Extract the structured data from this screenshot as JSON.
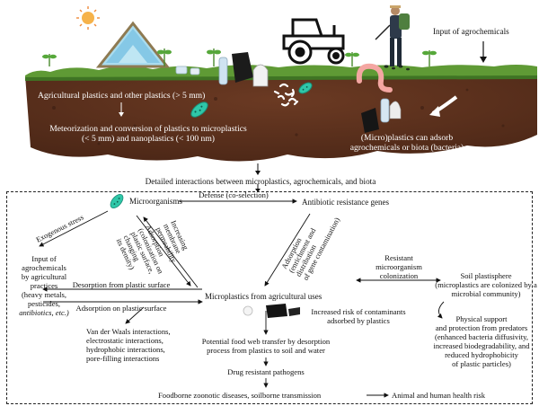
{
  "soil_panel": {
    "agrochemicals_input": "Input of agrochemicals",
    "agricultural_plastics": "Agricultural plastics and other plastics (> 5 mm)",
    "meteorization_line1": "Meteorization and conversion of  plastics to microplastics",
    "meteorization_line2": "(< 5 mm) and nanoplastics (< 100 nm)",
    "adsorb_line1": "(Micro)plastics can adsorb",
    "adsorb_line2": "agrochemicals or biota (bacteria)"
  },
  "detailed_title": "Detailed interactions between microplastics, agrochemicals, and biota",
  "diagram": {
    "microorganisms": "Microorganisms",
    "defense": "Defense (co-selection)",
    "antibiotic_genes": "Antibiotic resistance genes",
    "exogenous_stress": "Exogenous stress",
    "increasing_permeability": [
      "Increasing",
      "membrane",
      "permeability"
    ],
    "adsorption_colonization": [
      "Adsorption",
      "(colonization on",
      "plastic surface,",
      "changing",
      "its density)"
    ],
    "adsorption_enrichment": [
      "Adsorption",
      "(enrichment and",
      "distribution",
      "of gene contamination)"
    ],
    "input_agro": [
      "Input of",
      "agrochemicals",
      "by agricultural",
      "practices",
      "(heavy metals,",
      "pesticides,",
      "antibiotics, etc.)"
    ],
    "desorption": "Desorption from plastic surface",
    "adsorption_surface": "Adsorption on plastic surface",
    "microplastics_uses": "Microplastics from agricultural uses",
    "resistant_colonization": [
      "Resistant",
      "microorganism",
      "colonization"
    ],
    "soil_plastisphere": [
      "Soil plastisphere",
      "(microplastics are colonized by a",
      "microbial community)"
    ],
    "increased_risk": [
      "Increased risk of contaminants",
      "adsorbed by plastics"
    ],
    "physical_support": [
      "Physical support",
      "and protection from predators",
      "(enhanced bacteria diffusivity,",
      "increased biodegradability, and",
      "reduced hydrophobicity",
      "of plastic particles)"
    ],
    "interactions": [
      "Van der Waals interactions,",
      "electrostatic interactions,",
      "hydrophobic interactions,",
      "pore-filling interactions"
    ],
    "food_web": [
      "Potential food web transfer by desorption",
      "process from plastics to soil and water"
    ],
    "drug_resistant": "Drug resistant pathogens",
    "foodborne": "Foodborne zoonotic diseases,  soilborne transmission",
    "health_risk": "Animal and human health risk"
  },
  "colors": {
    "soil": "#5a2f1c",
    "grass": "#5f9a35",
    "arrow": "#111111",
    "bacteria": "#2fc7a8"
  }
}
